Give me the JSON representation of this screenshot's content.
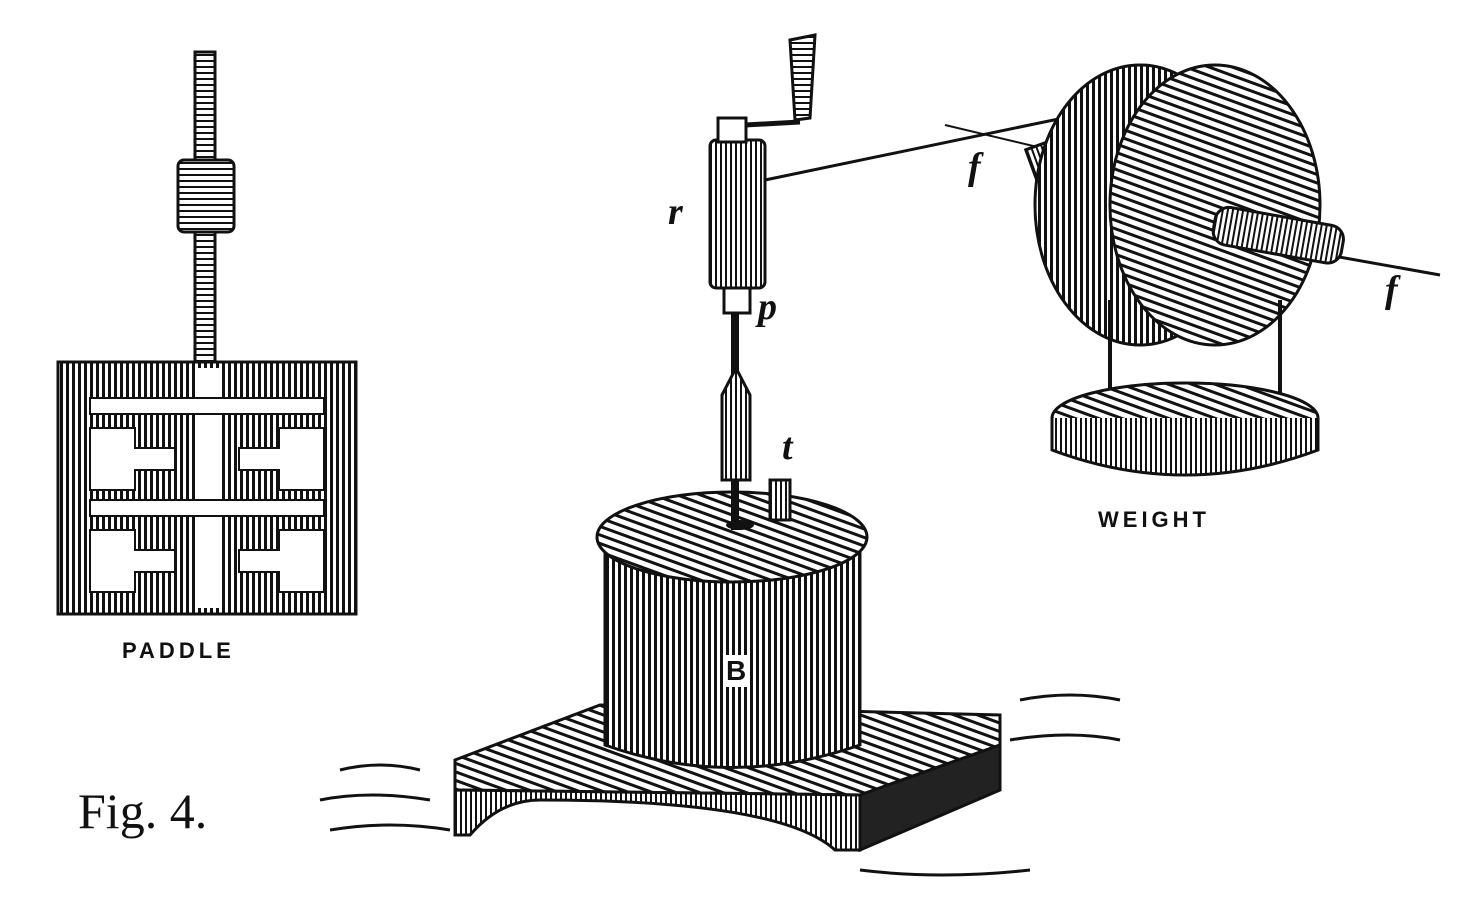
{
  "figure": {
    "caption": "Fig. 4.",
    "subject": "Joule paddle-wheel apparatus engraving"
  },
  "labels": {
    "paddle": "PADDLE",
    "weight": "WEIGHT",
    "r": "r",
    "p": "p",
    "t": "t",
    "f1": "f",
    "f2": "f",
    "b": "B"
  },
  "colors": {
    "ink": "#111111",
    "paper": "#ffffff"
  }
}
